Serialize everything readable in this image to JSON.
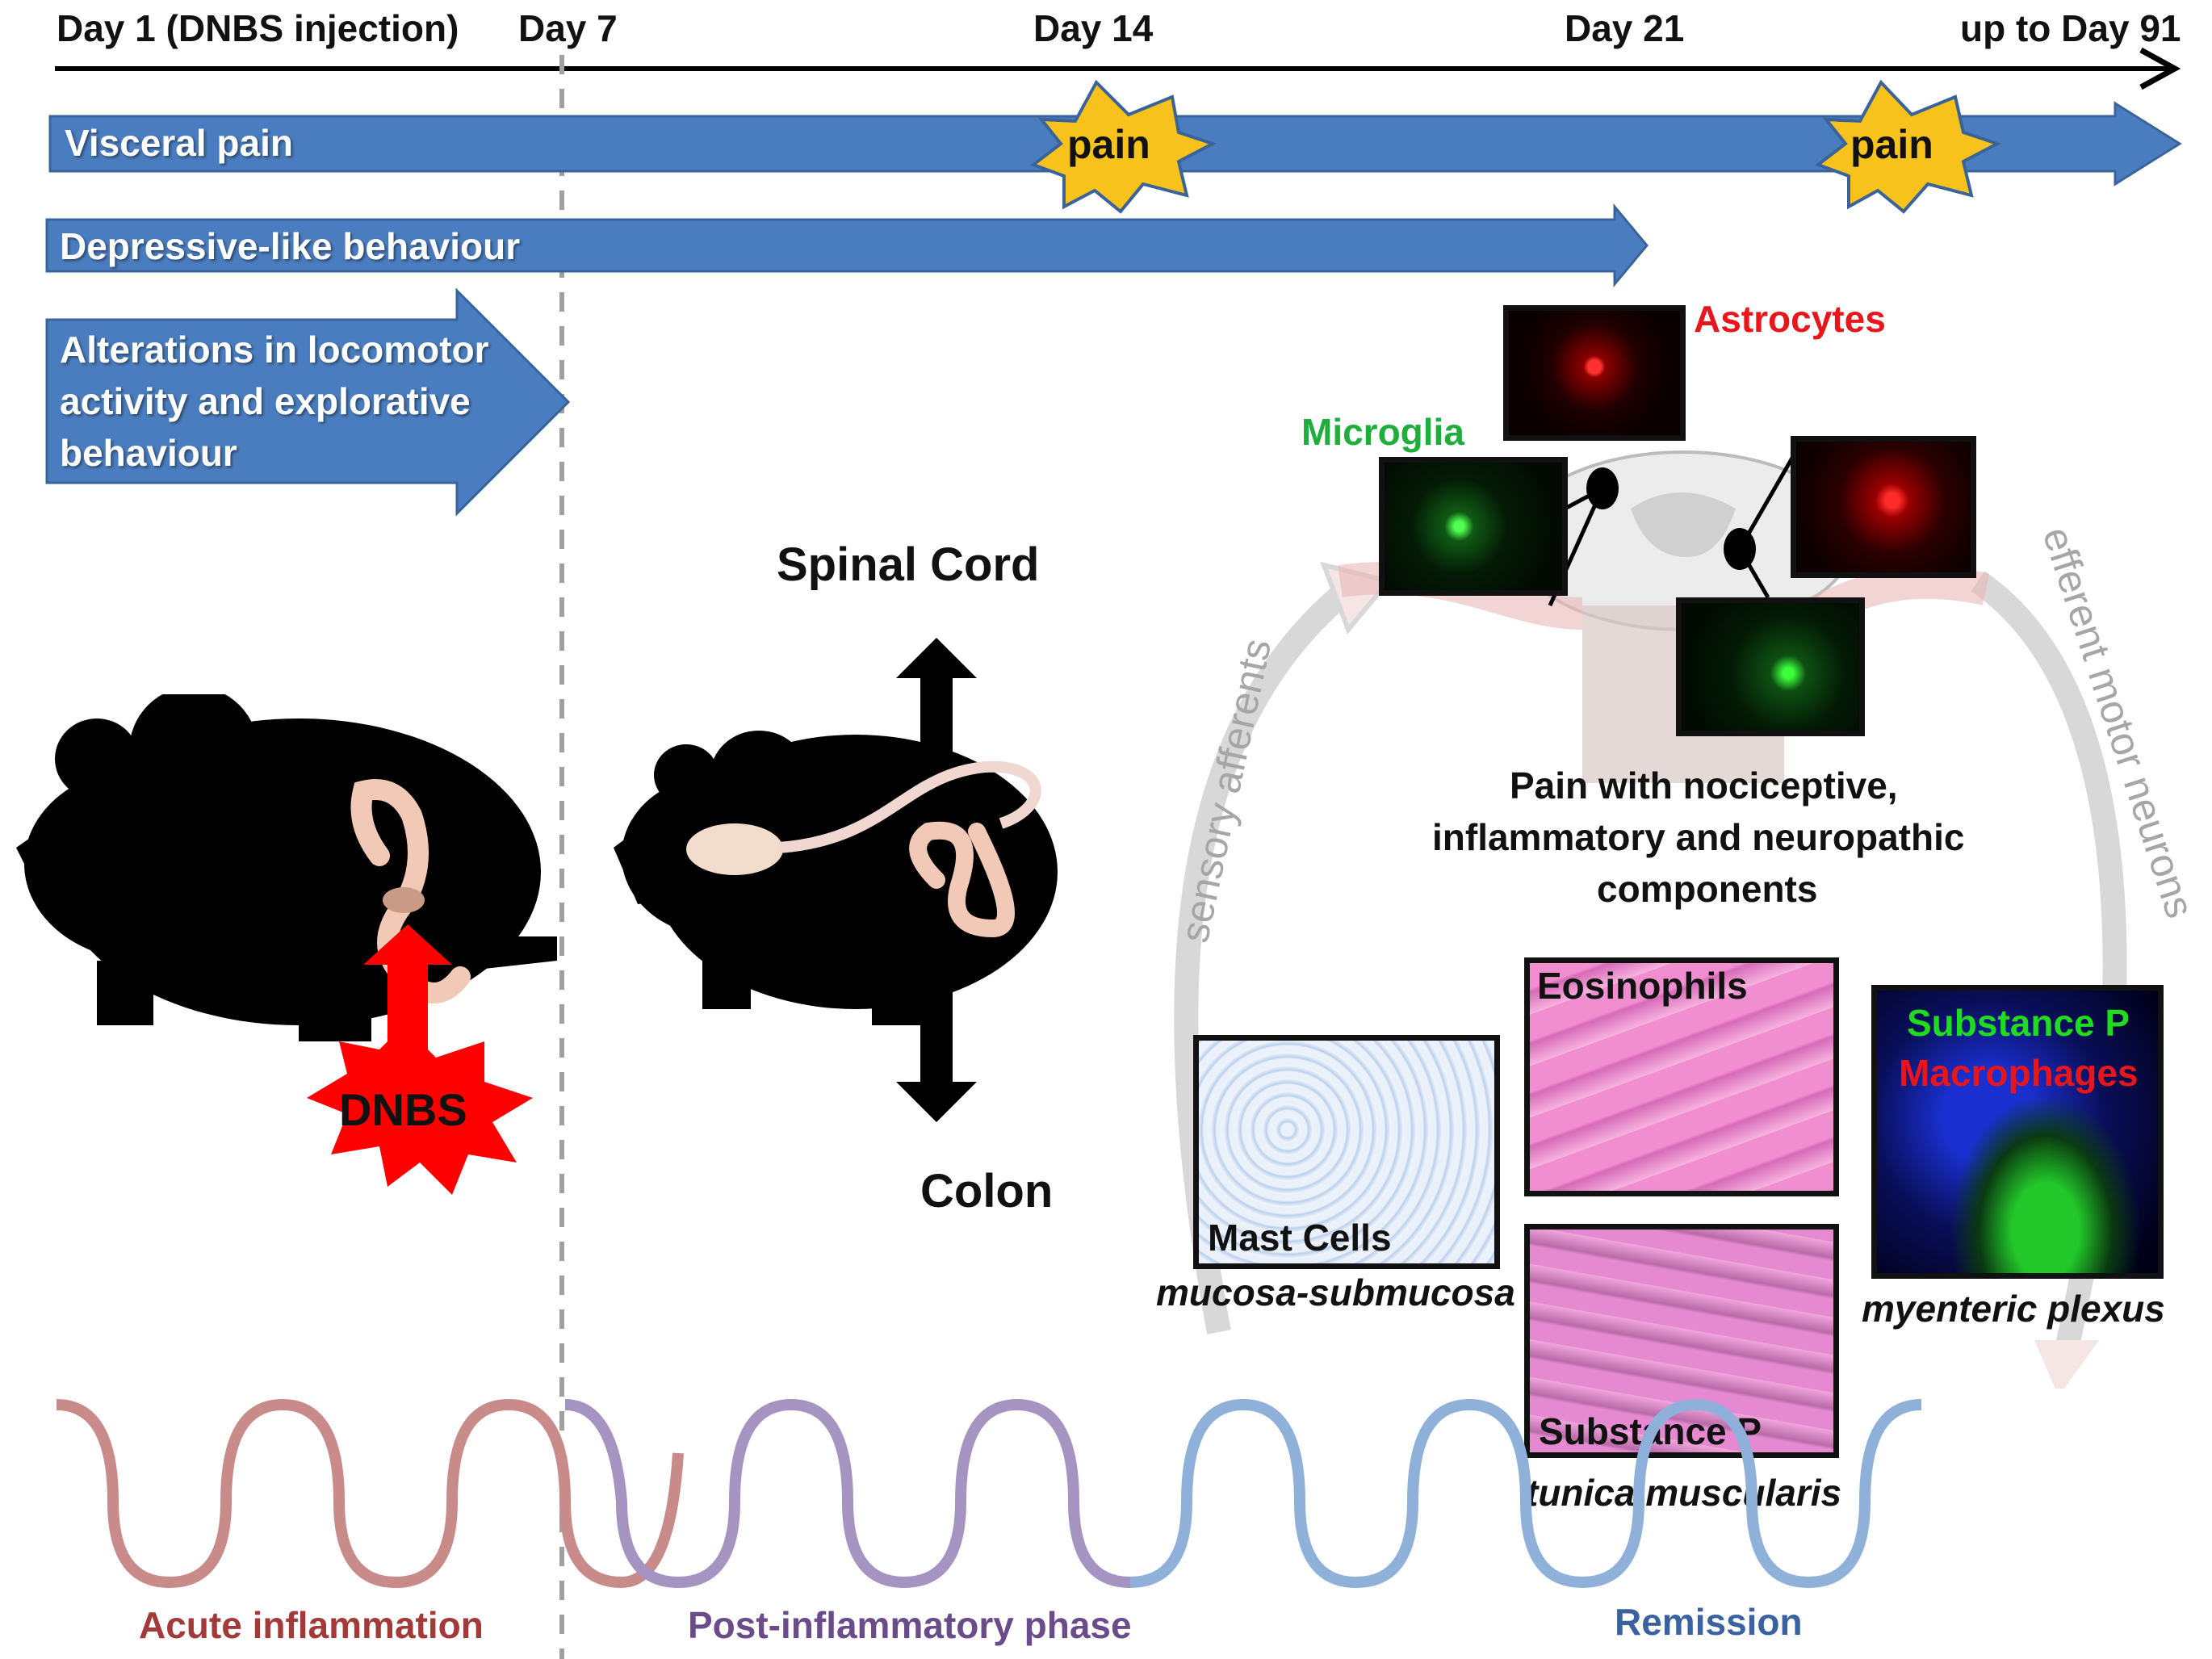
{
  "timeline": {
    "day1": "Day 1 (DNBS injection)",
    "day7": "Day 7",
    "day14": "Day 14",
    "day21": "Day 21",
    "day91": "up to Day 91"
  },
  "bars": {
    "visceral_pain": "Visceral pain",
    "depressive": "Depressive-like behaviour",
    "locomotor_line1": "Alterations in locomotor",
    "locomotor_line2": "activity and explorative",
    "locomotor_line3": "behaviour",
    "pain_burst_1": "pain",
    "pain_burst_2": "pain"
  },
  "labels": {
    "dnbs": "DNBS",
    "spinal_cord": "Spinal Cord",
    "colon": "Colon",
    "astrocytes": "Astrocytes",
    "microglia": "Microglia",
    "sensory_afferents": "sensory afferents",
    "efferent_motor_neurons": "efferent motor neurons",
    "pain_line1": "Pain with nociceptive,",
    "pain_line2": "inflammatory and neuropathic",
    "pain_line3": "components",
    "eosinophils": "Eosinophils",
    "substance_p_panel": "Substance P",
    "macrophages": "Macrophages",
    "mast_cells": "Mast Cells",
    "mucosa_submucosa": "mucosa-submucosa",
    "substance_p": "Substance P",
    "tunica_muscularis": "tunica muscularis",
    "myenteric_plexus": "myenteric plexus"
  },
  "phases": {
    "acute": "Acute inflammation",
    "post": "Post-inflammatory phase",
    "remission": "Remission"
  },
  "colors": {
    "bar_blue": "#4a7dbf",
    "astrocytes_red": "#e8151b",
    "microglia_green": "#1fae3c",
    "acute_red": "#a33a3a",
    "post_purple": "#6b4c8a",
    "remission_blue": "#3a62a0",
    "pain_yellow": "#f7c21c",
    "dnbs_red": "#ff0000"
  }
}
